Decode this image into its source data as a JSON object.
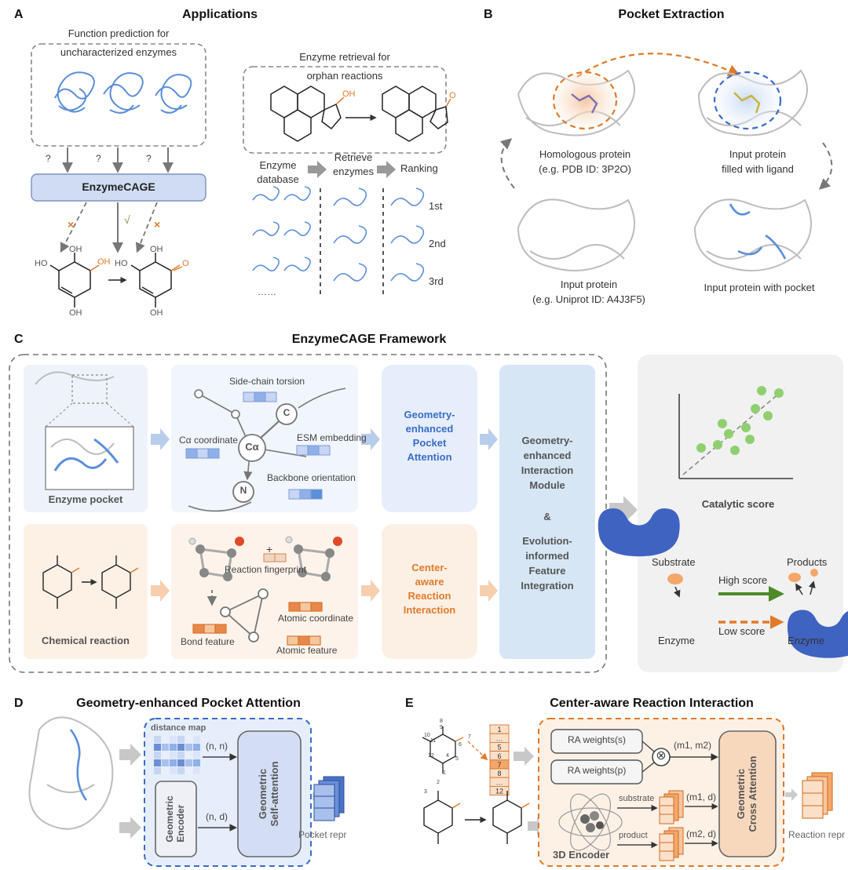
{
  "panelA": {
    "letter": "A",
    "title": "Applications",
    "func_pred_line1": "Function prediction for",
    "func_pred_line2": "uncharacterized enzymes",
    "retrieval_line1": "Enzyme retrieval for",
    "retrieval_line2": "orphan reactions",
    "question_mark": "?",
    "model_name": "EnzymeCAGE",
    "cross_mark": "×",
    "check_mark": "√",
    "oh_label": "OH",
    "ho_label": "HO",
    "o_label": "O",
    "acid_label": "OH",
    "enzyme_db_line1": "Enzyme",
    "enzyme_db_line2": "database",
    "retrieve_line1": "Retrieve",
    "retrieve_line2": "enzymes",
    "ranking": "Ranking",
    "rank1": "1st",
    "rank2": "2nd",
    "rank3": "3rd",
    "ellipsis": "……"
  },
  "panelB": {
    "letter": "B",
    "title": "Pocket Extraction",
    "homologous_line1": "Homologous protein",
    "homologous_line2": "(e.g. PDB ID: 3P2O)",
    "filled_line1": "Input protein",
    "filled_line2": "filled with ligand",
    "input_line1": "Input protein",
    "input_line2": "(e.g. Uniprot ID: A4J3F5)",
    "with_pocket": "Input protein with pocket"
  },
  "panelC": {
    "letter": "C",
    "title": "EnzymeCAGE Framework",
    "side_chain": "Side-chain torsion",
    "ca_coord": "Cα coordinate",
    "esm": "ESM embedding",
    "backbone": "Backbone orientation",
    "node_c": "C",
    "node_ca": "Cα",
    "node_n": "N",
    "enzyme_pocket": "Enzyme pocket",
    "gepa_line1": "Geometry-",
    "gepa_line2": "enhanced",
    "gepa_line3": "Pocket",
    "gepa_line4": "Attention",
    "gim_line1": "Geometry-",
    "gim_line2": "enhanced",
    "gim_line3": "Interaction",
    "gim_line4": "Module",
    "amp": "&",
    "efi_line1": "Evolution-",
    "efi_line2": "informed",
    "efi_line3": "Feature",
    "efi_line4": "Integration",
    "reaction_fp": "Reaction fingerprint",
    "plus": "+",
    "atomic_coord": "Atomic coordinate",
    "bond_feature": "Bond feature",
    "atomic_feature": "Atomic feature",
    "chemical_reaction": "Chemical reaction",
    "cari_line1": "Center-",
    "cari_line2": "aware",
    "cari_line3": "Reaction",
    "cari_line4": "Interaction",
    "catalytic_score": "Catalytic score",
    "substrate": "Substrate",
    "products": "Products",
    "high_score": "High score",
    "low_score": "Low score",
    "enzyme": "Enzyme",
    "enzyme2": "Enzyme"
  },
  "panelD": {
    "letter": "D",
    "title": "Geometry-enhanced Pocket Attention",
    "distance_map": "distance map",
    "nn": "(n, n)",
    "nd": "(n, d)",
    "geo_encoder_line1": "Geometric",
    "geo_encoder_line2": "Encoder",
    "self_attn_line1": "Geometric",
    "self_attn_line2": "Self-attention",
    "pocket_repr": "Pocket repr"
  },
  "panelE": {
    "letter": "E",
    "title": "Center-aware Reaction Interaction",
    "ra_s": "RA weights(s)",
    "ra_p": "RA weights(p)",
    "m1m2": "(m1, m2)",
    "substrate": "substrate",
    "product": "product",
    "m1d": "(m1, d)",
    "m2d": "(m2, d)",
    "encoder_3d": "3D Encoder",
    "cross_attn_line1": "Geometric",
    "cross_attn_line2": "Cross Attention",
    "reaction_repr": "Reaction repr",
    "idx": [
      "1",
      "…",
      "5",
      "6",
      "7",
      "8",
      "…",
      "12"
    ],
    "atom_nums": [
      "8",
      "9",
      "10",
      "11",
      "12",
      "1",
      "2",
      "3",
      "4",
      "5",
      "6",
      "7"
    ],
    "otimes": "⊗"
  },
  "colors": {
    "blue": "#3a6cc8",
    "orange": "#e07a2a",
    "green": "#4c8a2a",
    "light_blue": "#e9f0fb",
    "light_orange": "#fdf1e6",
    "point_green": "#8fcf6f"
  }
}
